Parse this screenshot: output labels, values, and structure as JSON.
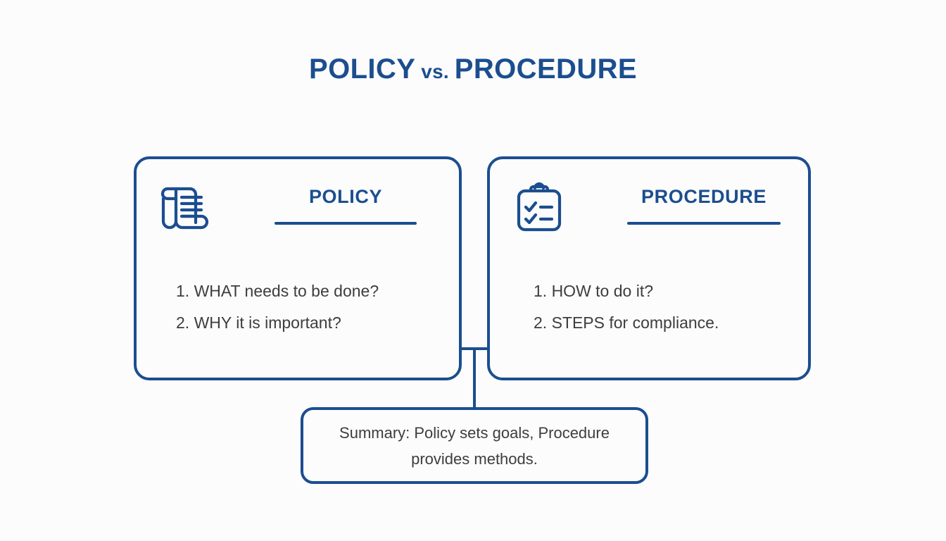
{
  "title": {
    "lead": "POLICY",
    "connector": " vs. ",
    "trail": "PROCEDURE"
  },
  "theme": {
    "brand_blue": "#1b4e8e",
    "body_text": "#3d3d3d",
    "background": "#fcfcfd"
  },
  "cards": [
    {
      "id": "policy",
      "heading": "POLICY",
      "icon": "scroll-document-icon",
      "items": [
        "1. WHAT needs to be done?",
        "2. WHY it is important?"
      ]
    },
    {
      "id": "procedure",
      "heading": "PROCEDURE",
      "icon": "clipboard-checklist-icon",
      "items": [
        "1. HOW to do it?",
        "2. STEPS for compliance."
      ]
    }
  ],
  "summary": {
    "text": "Summary: Policy sets goals, Procedure provides methods."
  }
}
